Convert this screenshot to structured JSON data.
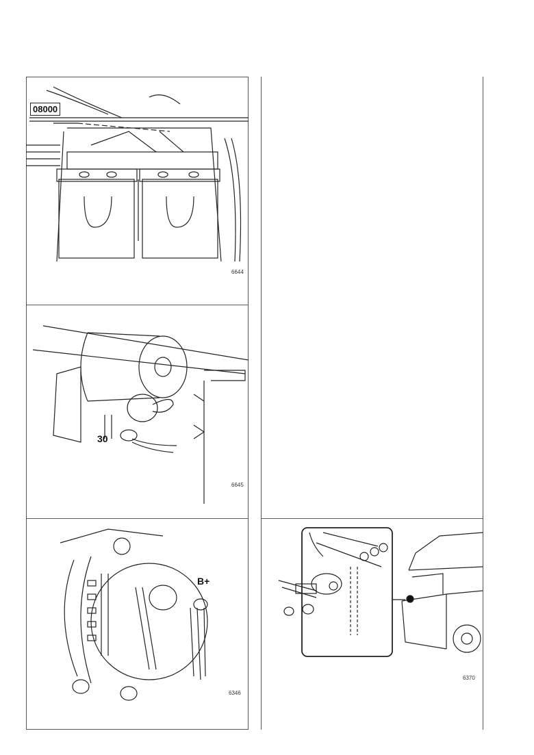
{
  "figures": [
    {
      "number": "6644",
      "callout": "08000",
      "subject": "batteries"
    },
    {
      "number": "6645",
      "callout": "30",
      "subject": "starter-motor"
    },
    {
      "number": "6346",
      "callout": "B+",
      "subject": "alternator"
    },
    {
      "number": "6370",
      "subject": "ground-connection"
    }
  ]
}
